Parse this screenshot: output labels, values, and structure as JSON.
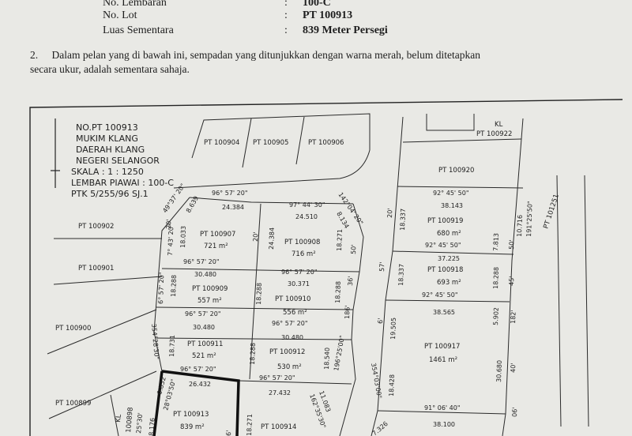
{
  "header": {
    "rows": [
      {
        "label": "No. Lembaran",
        "colon": ":",
        "value": "100-C"
      },
      {
        "label": "No. Lot",
        "colon": ":",
        "value": "PT 100913"
      },
      {
        "label": "Luas Sementara",
        "colon": ":",
        "value": "839 Meter Persegi"
      }
    ]
  },
  "paragraph": {
    "number": "2.",
    "line1": "Dalam pelan yang di bawah ini, sempadan yang ditunjukkan dengan warna merah, belum ditetapkan",
    "line2": "secara ukur, adalah sementara sahaja."
  },
  "plan_info": {
    "title": "NO.PT 100913",
    "mukim": "MUKIM KLANG",
    "daerah": "DAERAH KLANG",
    "negeri": "NEGERI SELANGOR",
    "skala": "SKALA : 1 : 1250",
    "lembar": "LEMBAR PIAWAI : 100-C",
    "ptk": "PTK 5/255/96 SJ.1"
  },
  "lots": {
    "pt100904": "PT 100904",
    "pt100905": "PT 100905",
    "pt100906": "PT 100906",
    "kl_top": "KL",
    "pt100922": "PT 100922",
    "pt100920": "PT 100920",
    "pt100919": "PT 100919",
    "pt100919_area": "680 m²",
    "pt100918": "PT 100918",
    "pt100918_area": "693 m²",
    "pt100917": "PT 100917",
    "pt100917_area": "1461 m²",
    "pt101251": "PT 101251",
    "pt100902": "PT 100902",
    "pt100901": "PT 100901",
    "pt100900": "PT 100900",
    "pt100899": "PT 100899",
    "pt100898": "100898",
    "kl_left": "KL",
    "pt100907": "PT 100907",
    "pt100907_area": "721 m²",
    "pt100908": "PT 100908",
    "pt100908_area": "716 m²",
    "pt100909": "PT 100909",
    "pt100909_area": "557 m²",
    "pt100910": "PT 100910",
    "pt100910_area": "556 m²",
    "pt100911": "PT 100911",
    "pt100911_area": "521 m²",
    "pt100912": "PT 100912",
    "pt100912_area": "530 m²",
    "pt100913": "PT 100913",
    "pt100913_area": "839 m²",
    "pt100914": "PT 100914"
  },
  "bearings": {
    "b1": "96° 57' 20\"",
    "b2": "97° 44' 30\"",
    "b3": "142°04' 20\"",
    "b4": "49°37' 20\"",
    "b5": "96° 57' 20\"",
    "b6": "96° 57' 20\"",
    "b7": "96° 57' 20\"",
    "b8": "96° 57' 20\"",
    "b9": "96° 57' 20\"",
    "b10": "96° 57' 20\"",
    "b11": "96° 57' 20\"",
    "b12": "92° 45' 50\"",
    "b13": "92° 45' 50\"",
    "b14": "92° 45' 50\"",
    "b15": "91° 06' 40\"",
    "b16": "196°25'00\"",
    "b17": "354°03'00\"",
    "b18": "354°28'30\"",
    "b19": "28°03'50\"",
    "b20": "162°35'30\"",
    "b21": "191°25'50\"",
    "b22": "7° 43' 20\"",
    "b23": "6° 57' 20\"",
    "b24": "25°30'"
  },
  "distances": {
    "d1": "24.384",
    "d2": "24.510",
    "d3": "8.639",
    "d4": "18.033",
    "d5": "30.480",
    "d6": "30.371",
    "d7": "18.288",
    "d8": "18.288",
    "d9": "18.288",
    "d10": "18.731",
    "d11": "30.480",
    "d12": "30.480",
    "d13": "18.288",
    "d14": "18.540",
    "d15": "26.432",
    "d16": "27.432",
    "d17": "8.134",
    "d18": "24.384",
    "d19": "18.271",
    "d20": "18.337",
    "d21": "18.337",
    "d22": "19.505",
    "d23": "18.428",
    "d24": "38.143",
    "d25": "37.225",
    "d26": "38.565",
    "d27": "38.100",
    "d28": "10.716",
    "d29": "7.813",
    "d30": "18.288",
    "d31": "5.902",
    "d32": "30.680",
    "d33": "0.832",
    "d34": "11.083",
    "d35": "7.326",
    "d36": "8.176",
    "d37": "18.271"
  },
  "angles": {
    "a1": "20'",
    "a2": "20'",
    "a3": "50'",
    "a4": "36'",
    "a5": "186'",
    "a6": "57'",
    "a7": "6'",
    "a8": "20'",
    "a9": "50'",
    "a10": "45'",
    "a11": "182'",
    "a12": "40'",
    "a13": "06'",
    "a14": "6'"
  }
}
